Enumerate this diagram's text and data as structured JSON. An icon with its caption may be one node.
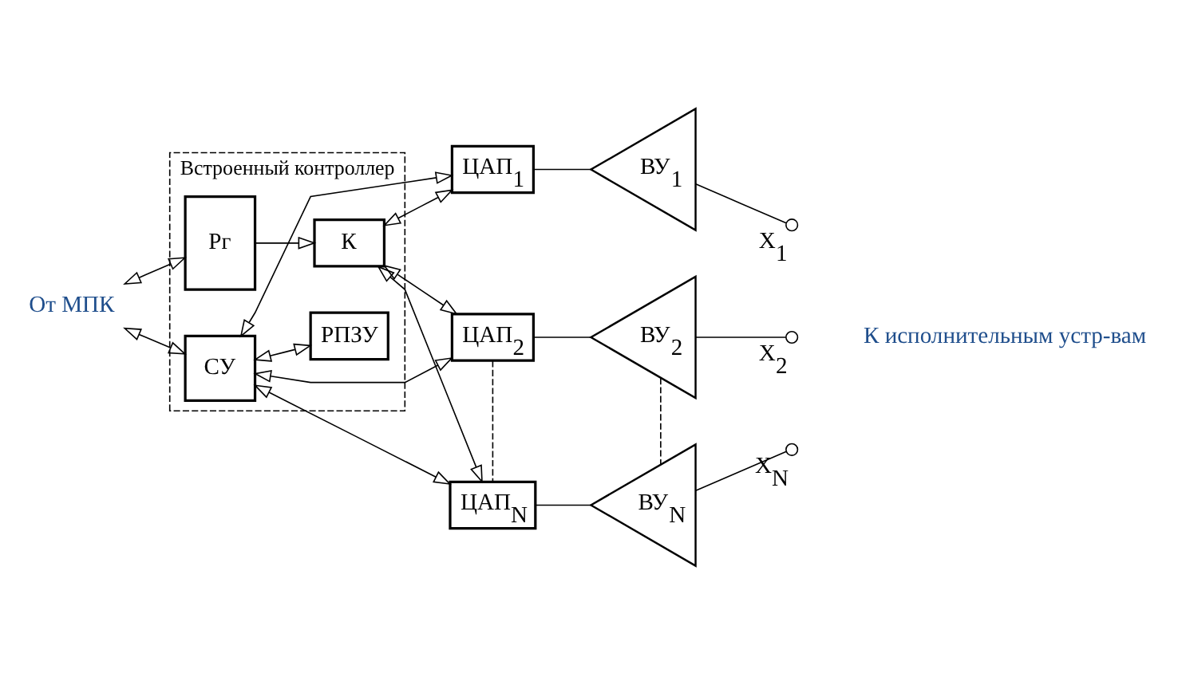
{
  "diagram": {
    "nodes": [
      {
        "text": [
          "Встроенный контроллер"
        ]
      },
      {
        "text": [
          "Рг"
        ],
        "in": 0
      },
      {
        "text": [
          "К"
        ],
        "in": 0
      },
      {
        "text": [
          "СУ"
        ],
        "in": 0
      },
      {
        "text": [
          "РПЗУ"
        ],
        "in": 0
      },
      {
        "text": [
          "ЦАП$_{1}$"
        ]
      },
      {
        "text": [
          "ЦАП$_{2}$"
        ]
      },
      {
        "text": [
          "ЦАП$_{N}$"
        ]
      },
      {
        "text": [
          "ВУ$_{1}$"
        ]
      },
      {
        "text": [
          "ВУ$_{2}$"
        ]
      },
      {
        "text": [
          "ВУ$_{N}$"
        ]
      },
      {
        "text": [],
        "shape": "circle",
        "beside": [
          "X$_{1}$"
        ]
      },
      {
        "text": [],
        "shape": "circle",
        "beside": [
          "X$_{2}$"
        ]
      },
      {
        "text": [],
        "shape": "circle",
        "beside": [
          "X$_{N}$"
        ]
      },
      {
        "text": [
          "От МПК"
        ]
      }
    ],
    "edges": [
      {
        "from": 14,
        "to": 1,
        "arrow": "both"
      },
      {
        "from": 14,
        "to": 3,
        "arrow": "both"
      },
      {
        "from": 1,
        "to": 2,
        "arrow": "to"
      },
      {
        "from": 3,
        "to": 4,
        "arrow": "both"
      },
      {
        "from": 2,
        "to": 5,
        "arrow": "both"
      },
      {
        "from": 2,
        "to": 6,
        "arrow": "both"
      },
      {
        "from": 2,
        "to": 7,
        "arrow": "both"
      },
      {
        "from": 3,
        "to": 5,
        "arrow": "both"
      },
      {
        "from": 3,
        "to": 6,
        "arrow": "both"
      },
      {
        "from": 3,
        "to": 7,
        "arrow": "both"
      },
      {
        "from": 5,
        "to": 8,
        "arrow": "none"
      },
      {
        "from": 6,
        "to": 9,
        "arrow": "none"
      },
      {
        "from": 7,
        "to": 10,
        "arrow": "none"
      },
      {
        "from": 8,
        "to": 11,
        "arrow": "none"
      },
      {
        "from": 9,
        "to": 12,
        "arrow": "none"
      },
      {
        "from": 10,
        "to": 13,
        "arrow": "none"
      },
      {
        "from": 6,
        "to": 7,
        "arrow": "none",
        "style": "dashed"
      },
      {
        "from": 9,
        "to": 10,
        "arrow": "none",
        "style": "dashed"
      }
    ],
    "labels": [
      "К исполнительным устр-вам"
    ]
  }
}
